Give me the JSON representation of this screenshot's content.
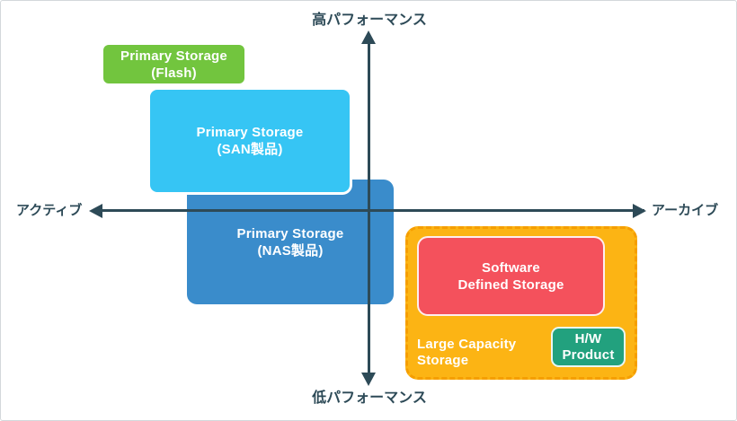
{
  "frame": {
    "background": "#ffffff",
    "border_color": "#d3d8db"
  },
  "axes": {
    "color": "#2d4a57",
    "top_label": "高パフォーマンス",
    "bottom_label": "低パフォーマンス",
    "left_label": "アクティブ",
    "right_label": "アーカイブ"
  },
  "boxes": {
    "flash": {
      "line1": "Primary Storage",
      "line2": "(Flash)",
      "fill": "#72c53e",
      "text_color": "#ffffff"
    },
    "san": {
      "line1": "Primary Storage",
      "line2": "(SAN製品)",
      "fill": "#36c5f4",
      "text_color": "#ffffff"
    },
    "nas": {
      "line1": "Primary Storage",
      "line2": "(NAS製品)",
      "fill": "#3a8ccb",
      "text_color": "#ffffff"
    },
    "large_capacity": {
      "line1": "Large Capacity",
      "line2": "Storage",
      "fill": "#fcb414",
      "border_color": "#f59e00",
      "text_color": "#ffffff"
    },
    "sds": {
      "line1": "Software",
      "line2": "Defined Storage",
      "fill": "#f4515c",
      "text_color": "#ffffff"
    },
    "hw": {
      "line1": "H/W",
      "line2": "Product",
      "fill": "#22a17e",
      "text_color": "#ffffff"
    }
  }
}
